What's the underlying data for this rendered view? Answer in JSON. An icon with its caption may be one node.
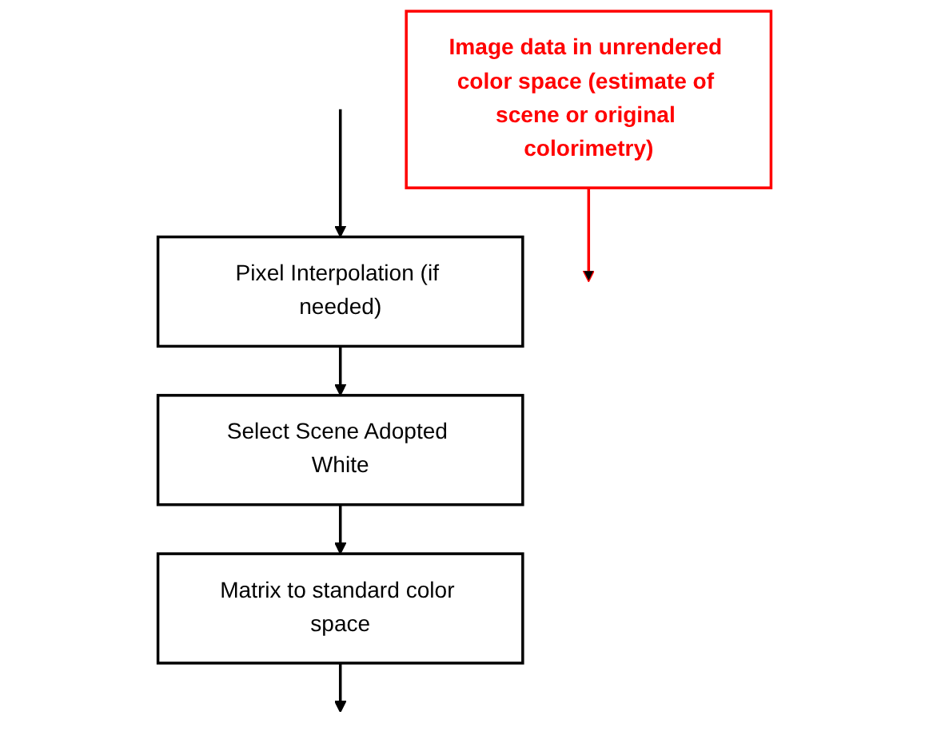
{
  "diagram": {
    "nodes": [
      {
        "text": [
          "Pixel Interpolation (if needed)"
        ]
      },
      {
        "text": [
          "Select Scene Adopted White"
        ]
      },
      {
        "text": [
          "Matrix to standard color space"
        ]
      },
      {
        "text": [
          "Image data in unrendered color space (estimate of scene or original colorimetry)"
        ]
      }
    ],
    "edges": [
      {
        "from": null,
        "to": 0,
        "arrow": "to"
      },
      {
        "from": 0,
        "to": 1,
        "arrow": "to"
      },
      {
        "from": 1,
        "to": 2,
        "arrow": "to"
      },
      {
        "from": 2,
        "to": null,
        "arrow": "to"
      },
      {
        "from": 3,
        "to": null,
        "arrow": "to",
        "color": "#ff0000"
      }
    ]
  }
}
